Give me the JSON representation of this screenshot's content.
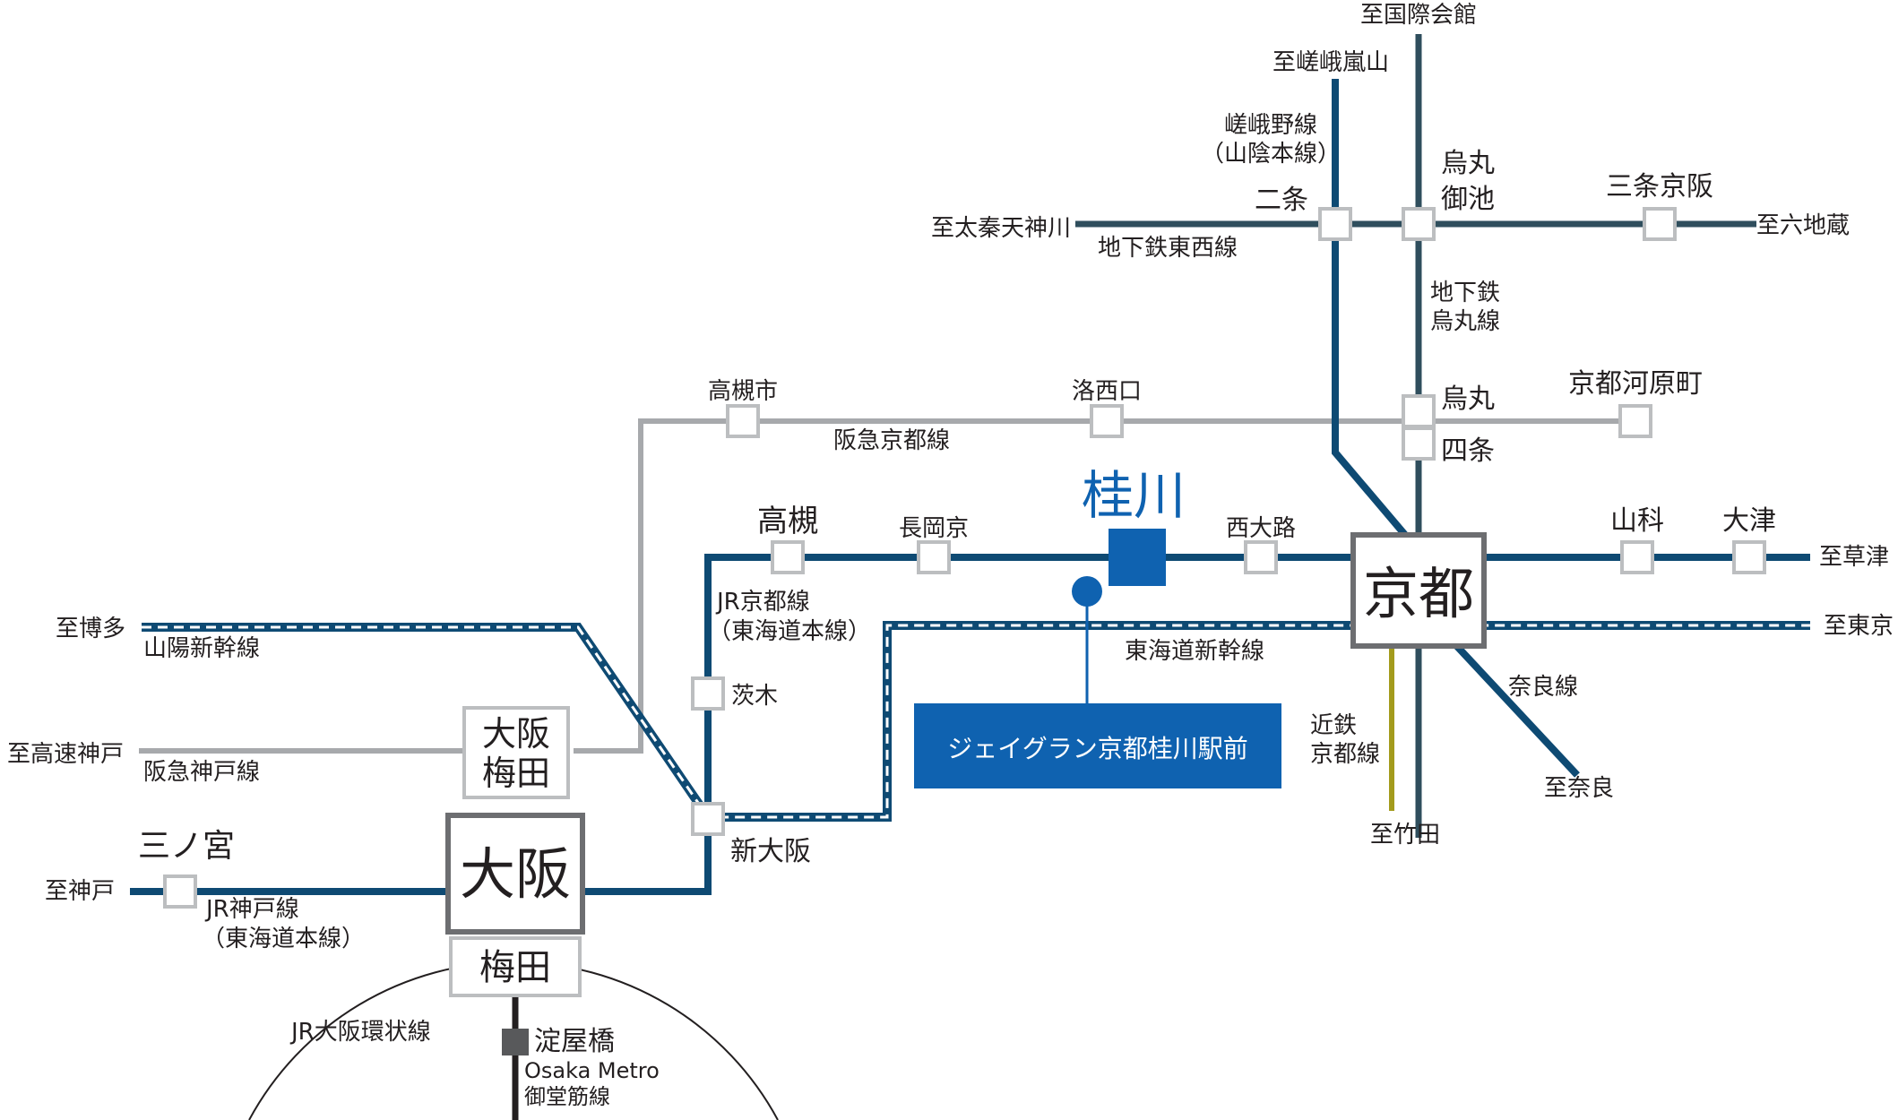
{
  "colors": {
    "jr": "#0e4a73",
    "subway": "#2f4e5d",
    "hankyu": "#a7a9ac",
    "kintetsu": "#a39b1c",
    "metro": "#231f20",
    "shinkansen_dash": "#ffffff",
    "station_fill": "#ffffff",
    "station_border": "#bcbec0",
    "major_border": "#6d6e71",
    "katsura": "#0f62b0",
    "destination_bg": "#0f62b0",
    "text": "#231f20"
  },
  "major_stations": {
    "kyoto": "京都",
    "osaka": "大阪",
    "umeda": "梅田",
    "osaka_umeda_1": "大阪",
    "osaka_umeda_2": "梅田"
  },
  "highlight": {
    "katsura": "桂川",
    "destination": "ジェイグラン京都桂川駅前"
  },
  "stations": {
    "takatsuki": "高槻",
    "nagaokakyo": "長岡京",
    "nishioji": "西大路",
    "ibaraki": "茨木",
    "shin_osaka": "新大阪",
    "sannomiya": "三ノ宮",
    "yamashina": "山科",
    "otsu": "大津",
    "takatsukishi": "高槻市",
    "rakusaiguchi": "洛西口",
    "karasuma": "烏丸",
    "shijo": "四条",
    "kyoto_kawaramachi": "京都河原町",
    "nijo": "二条",
    "karasuma_oike_1": "烏丸",
    "karasuma_oike_2": "御池",
    "sanjo_keihan": "三条京阪",
    "yodoyabashi": "淀屋橋"
  },
  "lines": {
    "jr_kyoto_1": "JR京都線",
    "jr_kyoto_2": "（東海道本線）",
    "jr_kobe_1": "JR神戸線",
    "jr_kobe_2": "（東海道本線）",
    "jr_loop": "JR大阪環状線",
    "sanyo_shinkansen": "山陽新幹線",
    "tokaido_shinkansen": "東海道新幹線",
    "hankyu_kyoto": "阪急京都線",
    "hankyu_kobe": "阪急神戸線",
    "sagano_1": "嵯峨野線",
    "sagano_2": "（山陰本線）",
    "tozai": "地下鉄東西線",
    "karasuma_line_1": "地下鉄",
    "karasuma_line_2": "烏丸線",
    "nara": "奈良線",
    "kintetsu_1": "近鉄",
    "kintetsu_2": "京都線",
    "metro_1": "Osaka Metro",
    "metro_2": "御堂筋線"
  },
  "directions": {
    "hakata": "至博多",
    "kosoku_kobe": "至高速神戸",
    "kobe": "至神戸",
    "kusatsu": "至草津",
    "tokyo": "至東京",
    "nara": "至奈良",
    "takeda": "至竹田",
    "kokusai_kaikan": "至国際会館",
    "saga_arashiyama": "至嵯峨嵐山",
    "uzumasa_tenjingawa": "至太秦天神川",
    "rokujizo": "至六地蔵"
  }
}
